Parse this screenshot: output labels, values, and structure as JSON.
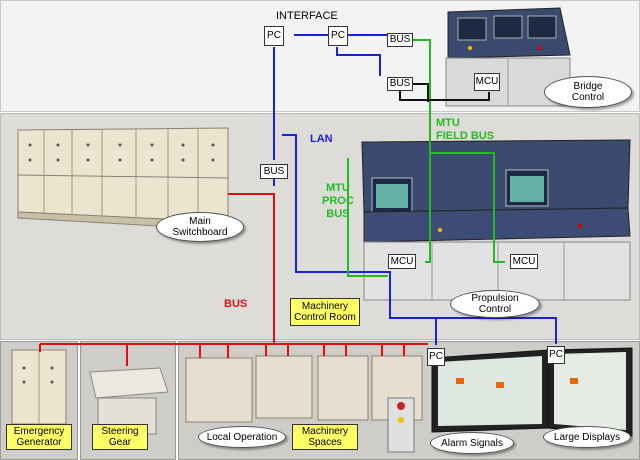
{
  "labels": {
    "interface": "INTERFACE",
    "lan": "LAN",
    "mtu_field_bus": "MTU\nFIELD BUS",
    "mtu_proc_bus": "MTU\nPROC\nBUS",
    "bus": "BUS"
  },
  "nodes": {
    "pc": "PC",
    "bus": "BUS",
    "mcu": "MCU"
  },
  "callouts": {
    "bridge_control": "Bridge\nControl",
    "main_switchboard": "Main\nSwitchboard",
    "propulsion_control": "Propulsion\nControl",
    "local_operation": "Local Operation",
    "alarm_signals": "Alarm Signals",
    "large_displays": "Large Displays"
  },
  "yellow_labels": {
    "machinery_control_room": "Machinery\nControl Room",
    "emergency_generator": "Emergency\nGenerator",
    "steering_gear": "Steering\nGear",
    "machinery_spaces": "Machinery\nSpaces"
  },
  "colors": {
    "lan_blue": "#1a22d6",
    "bus_red": "#e01010",
    "mtu_green": "#22bb22",
    "black_bus": "#111111",
    "bridge_bg": "#f3f3f3",
    "mcr_bg": "#dedcd8",
    "bottom_bg": "#cfcdc9"
  }
}
